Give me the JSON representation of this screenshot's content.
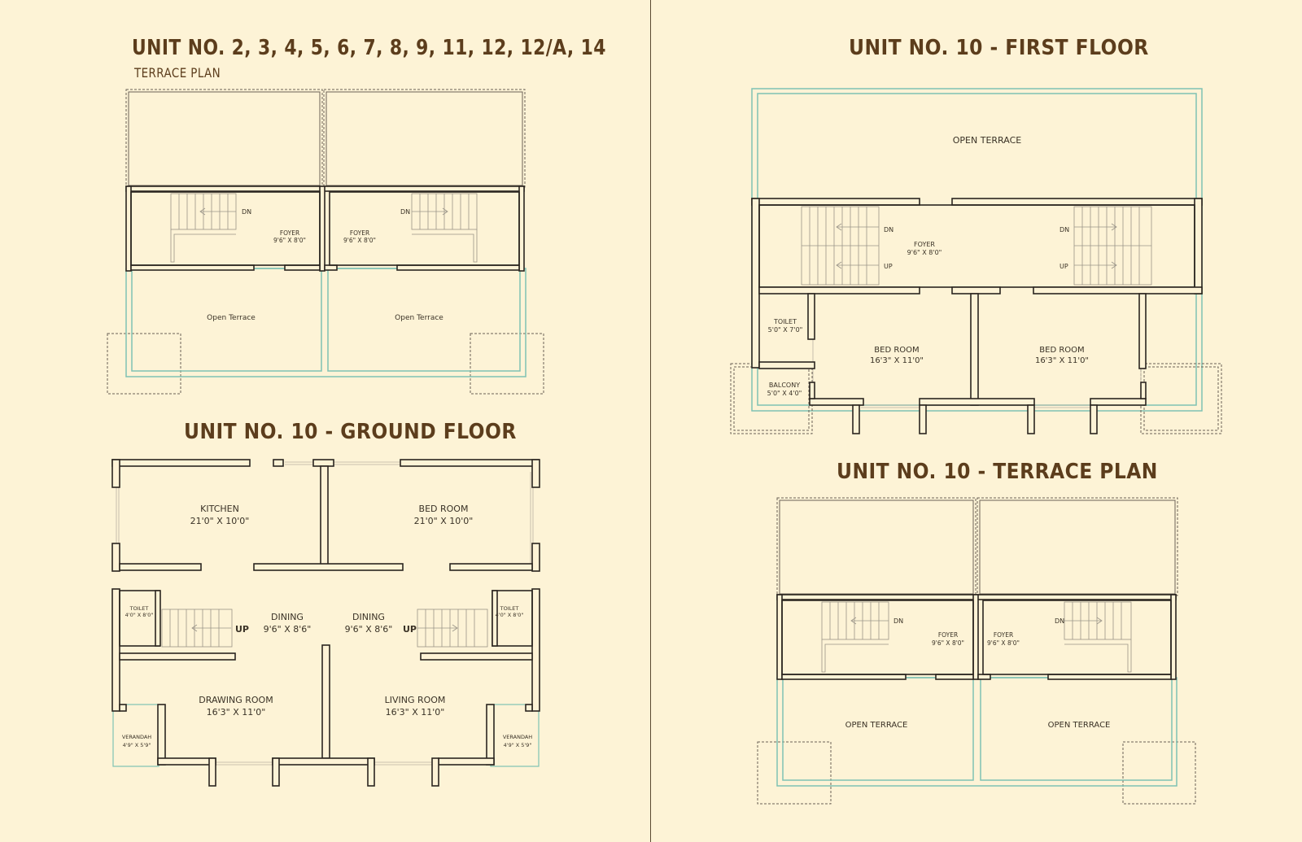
{
  "titles": {
    "units_terrace": "UNIT NO. 2, 3, 4, 5, 6, 7, 8, 9, 11, 12, 12/A, 14",
    "units_terrace_sub": "TERRACE PLAN",
    "unit10_ground": "UNIT NO. 10 - GROUND FLOOR",
    "unit10_first": "UNIT NO. 10 - FIRST FLOOR",
    "unit10_terrace": "UNIT NO. 10 - TERRACE PLAN"
  },
  "plans": {
    "terrace_a": {
      "dn": "DN",
      "foyer": "FOYER",
      "foyer_dim": "9'6\" X 8'0\"",
      "open_terrace": "Open Terrace"
    },
    "ground": {
      "kitchen": "KITCHEN",
      "kitchen_dim": "21'0\" X 10'0\"",
      "bed_room": "BED ROOM",
      "bed_room_dim": "21'0\" X 10'0\"",
      "toilet": "TOILET",
      "toilet_dim": "4'0\" X 8'0\"",
      "dining": "DINING",
      "dining_dim": "9'6\" X 8'6\"",
      "up": "UP",
      "drawing_room": "DRAWING ROOM",
      "drawing_room_dim": "16'3\" X 11'0\"",
      "living_room": "LIVING ROOM",
      "living_room_dim": "16'3\" X 11'0\"",
      "verandah": "VERANDAH",
      "verandah_dim": "4'9\" X 5'9\""
    },
    "first": {
      "open_terrace": "OPEN TERRACE",
      "dn": "DN",
      "up": "UP",
      "foyer": "FOYER",
      "foyer_dim": "9'6\" X 8'0\"",
      "toilet": "TOILET",
      "toilet_dim": "5'0\" X 7'0\"",
      "bed_room": "BED ROOM",
      "bed_room_dim": "16'3\" X 11'0\"",
      "balcony": "BALCONY",
      "balcony_dim": "5'0\" X 4'0\""
    },
    "terrace_b": {
      "dn": "DN",
      "foyer": "FOYER",
      "foyer_dim": "9'6\" X 8'0\"",
      "open_terrace": "OPEN TERRACE"
    }
  },
  "colors": {
    "background": "#fdf3d6",
    "wall": "#2b2620",
    "title": "#5c3d1c",
    "terrace_outline": "#7fc2b3"
  }
}
